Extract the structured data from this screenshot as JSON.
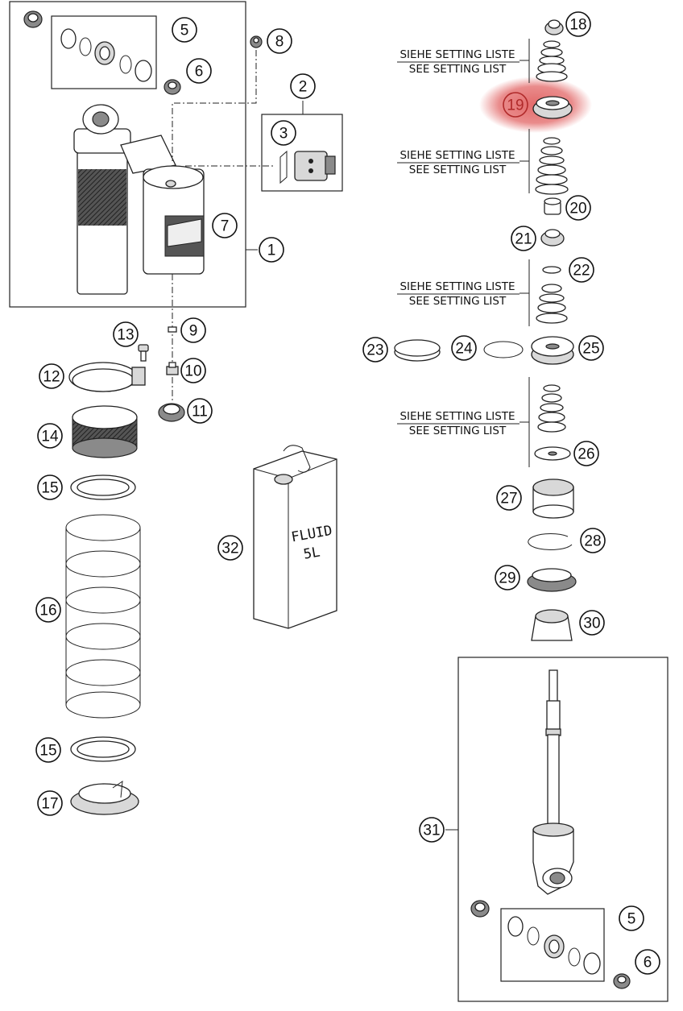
{
  "callouts": {
    "c1": "1",
    "c2": "2",
    "c3": "3",
    "c5a": "5",
    "c6a": "6",
    "c7": "7",
    "c8": "8",
    "c9": "9",
    "c10": "10",
    "c11": "11",
    "c12": "12",
    "c13": "13",
    "c14": "14",
    "c15a": "15",
    "c16": "16",
    "c15b": "15",
    "c17": "17",
    "c18": "18",
    "c19": "19",
    "c20": "20",
    "c21": "21",
    "c22": "22",
    "c23": "23",
    "c24": "24",
    "c25": "25",
    "c26": "26",
    "c27": "27",
    "c28": "28",
    "c29": "29",
    "c30": "30",
    "c31": "31",
    "c32": "32",
    "c5b": "5",
    "c6b": "6"
  },
  "setting_notes": {
    "de": "SIEHE SETTING LISTE",
    "en": "SEE SETTING LIST"
  },
  "fluid_can": {
    "line1": "FLUID",
    "line2": "5L"
  },
  "colors": {
    "highlight": "#e05a5a",
    "line": "#222222"
  }
}
